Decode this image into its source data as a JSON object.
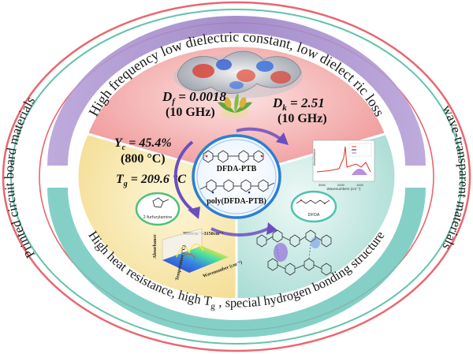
{
  "ring_texts": {
    "top": "High frequency low dielectric constant, low dielect ric loss",
    "bottom": "High heat resistance, high T",
    "bottom_sub": "g",
    "bottom_tail": " , special hydrogen bonding structure",
    "left": "Printed circuit board materials",
    "right": "wave-transparent materials"
  },
  "props": {
    "df_main": "D",
    "df_sub": "f",
    "df_value": " = 0.0018",
    "df_freq": "(10 GHz)",
    "dk_main": "D",
    "dk_sub": "k",
    "dk_value": " = 2.51",
    "dk_freq": "(10 GHz)",
    "yc_main": "Y",
    "yc_sub": "c",
    "yc_value": " = 45.4%",
    "yc_temp": "(800 °C)",
    "tg_main": "T",
    "tg_sub": "g",
    "tg_value": " = 209.6 °C"
  },
  "center": {
    "monomer": "DFDA-PTB",
    "polymer": "poly(DFDA-PTB)"
  },
  "labels": {
    "furfurylamine": "2-furfurylamine",
    "dfda": "DFDA",
    "ftir_header": "3600cm⁻¹-3150cm⁻¹",
    "ftir_ylabel": "Absorbance",
    "ftir_xlabel": "Wavenumber (cm⁻¹)",
    "ftir_zlabel": "Temperature (°C)",
    "spec_ylabel": "Absorbance",
    "spec_xlabel": "Wavenumbers (cm⁻¹)",
    "spec_ticks": [
      "3000",
      "2000",
      "1000"
    ]
  },
  "colors": {
    "outer_ring": "#e8676f",
    "inner_ring": "#62c4a8",
    "purple_band": "#a68ac8",
    "teal_band": "#6fc8bd",
    "top_sector": "#f2a0a0",
    "left_sector": "#f7e6a6",
    "right_sector": "#bfe4dd",
    "center_border": "#2a7fd3",
    "arrow": "#6a4fc0"
  }
}
